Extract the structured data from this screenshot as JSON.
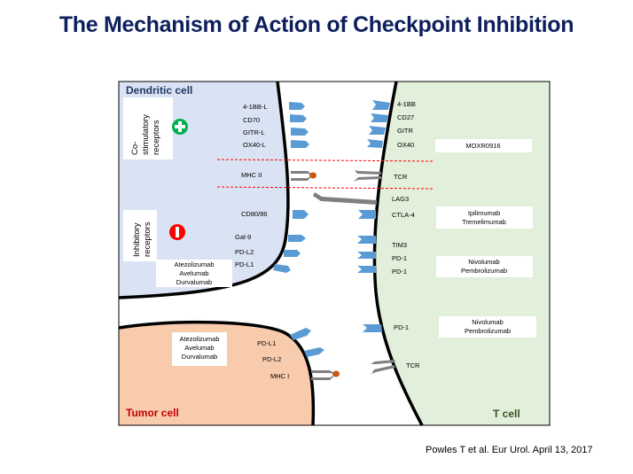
{
  "title": "The Mechanism of Action of Checkpoint Inhibition",
  "citation": "Powles T et al. Eur Urol. April 13, 2017",
  "colors": {
    "title": "#0d1f5c",
    "dendritic_fill": "#dae3f3",
    "tcell_fill": "#e2efda",
    "tumor_fill": "#f8cbad",
    "receptor_blue": "#5b9bd5",
    "receptor_grey": "#7f7f7f",
    "antigen": "#c55a11",
    "dashed_line": "#ff0000",
    "tumor_label": "#c00000",
    "tcell_label": "#375623",
    "dendritic_label": "#1f3864",
    "plus_icon": "#00b050",
    "stop_icon": "#ff0000"
  },
  "cells": {
    "dendritic": "Dendritic cell",
    "tumor": "Tumor cell",
    "tcell": "T cell"
  },
  "groups": {
    "costimulatory": [
      "Co-",
      "stimulatory",
      "receptors"
    ],
    "inhibitory": [
      "Inhibitory",
      "receptors"
    ]
  },
  "dendritic_labels": {
    "l1": "4-1BB-L",
    "l2": "CD70",
    "l3": "GITR-L",
    "l4": "OX40-L",
    "mhc2": "MHC  II",
    "cd80": "CD80/86",
    "gal9": "Gal-9",
    "pdl2": "PD-L2",
    "pdl1": "PD-L1"
  },
  "tcell_labels": {
    "r1": "4-1BB",
    "r2": "CD27",
    "r3": "GITR",
    "r4": "OX40",
    "tcr": "TCR",
    "lag3": "LAG3",
    "ctla4": "CTLA-4",
    "tim3": "TIM3",
    "pd1a": "PD-1",
    "pd1b": "PD-1",
    "pd1c": "PD-1",
    "tcr2": "TCR"
  },
  "tumor_labels": {
    "pdl1": "PD-L1",
    "pdl2": "PD-L2",
    "mhc1": "MHC  I"
  },
  "drugs": {
    "ox40": [
      "MOXR0916"
    ],
    "ctla4": [
      "Ipilimumab",
      "Tremelimumab"
    ],
    "pd1": [
      "Nivolumab",
      "Pembrolizumab"
    ],
    "pd1_tumor": [
      "Nivolumab",
      "Pembrolizumab"
    ],
    "pdl1_dc": [
      "Atezolizumab",
      "Avelumab",
      "Durvalumab"
    ],
    "pdl1_tumor": [
      "Atezolizumab",
      "Avelumab",
      "Durvalumab"
    ]
  }
}
